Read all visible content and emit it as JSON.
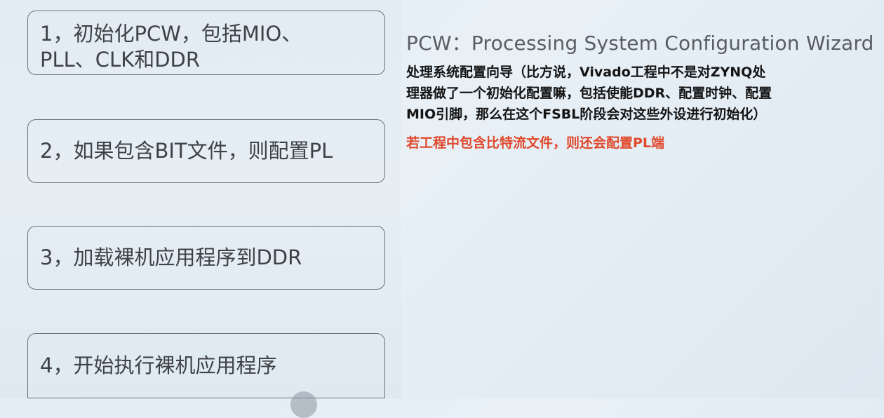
{
  "steps": [
    {
      "text": "1，初始化PCW，包括MIO、\nPLL、CLK和DDR"
    },
    {
      "text": "2，如果包含BIT文件，则配置PL"
    },
    {
      "text": "3，加载裸机应用程序到DDR"
    },
    {
      "text": "4，开始执行裸机应用程序"
    }
  ],
  "annotation": {
    "heading": "PCW：Processing System Configuration Wizard",
    "desc_lines": [
      "处理系统配置向导（比方说，Vivado工程中不是对ZYNQ处",
      "理器做了一个初始化配置嘛，包括使能DDR、配置时钟、配置",
      "MIO引脚，那么在这个FSBL阶段会对这些外设进行初始化）"
    ],
    "pl_note": "若工程中包含比特流文件，则还会配置PL端",
    "pl_note_color": "#e0492c"
  }
}
